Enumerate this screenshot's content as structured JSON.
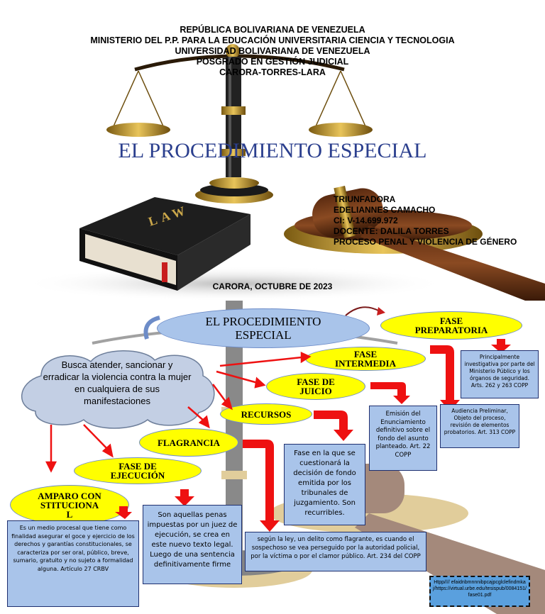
{
  "slide1": {
    "header_lines": [
      "REPÚBLICA BOLIVARIANA DE VENEZUELA",
      "MINISTERIO DEL P.P. PARA LA EDUCACIÓN UNIVERSITARIA CIENCIA Y TECNOLOGIA",
      "UNIVERSIDAD BOLIVARIANA DE VENEZUELA",
      "POSGRADO EN GESTIÓN JUDICIAL",
      "CARORA-TORRES-LARA"
    ],
    "title": "EL PROCEDIMIENTO ESPECIAL",
    "info_lines": [
      "TRIUNFADORA",
      "EDELIANNES CAMACHO",
      "CI: V-14.699.972",
      "DOCENTE: DALILA TORRES",
      "PROCESO PENAL Y VIOLENCIA DE GÉNERO"
    ],
    "book_label": "LAW",
    "date": "CARORA, OCTUBRE DE 2023"
  },
  "slide2": {
    "main_title": "EL PROCEDIMIENTO ESPECIAL",
    "cloud_text": "Busca atender, sancionar y erradicar la violencia contra la mujer en cualquiera de sus manifestaciones",
    "phases": {
      "preparatoria": "FASE PREPARATORIA",
      "intermedia": "FASE INTERMEDIA",
      "juicio": "FASE DE JUICIO",
      "recursos": "RECURSOS",
      "flagrancia": "FLAGRANCIA",
      "ejecucion": "FASE DE EJECUCIÓN",
      "amparo": "AMPARO CONSTITUCIONAL"
    },
    "boxes": {
      "preparatoria": "Principalmente investigativa por parte del Ministerio Público y los órganos de seguridad. Arts. 262 y 263 COPP",
      "intermedia": "Audiencia Preliminar, Objeto del proceso, revisión de elementos probatorios. Art. 313 COPP",
      "juicio": "Emisión del Enunciamiento definitivo sobre el fondo del asunto planteado. Art. 22 COPP",
      "recursos": "Fase en la que se cuestionará la decisión de fondo emitida por los tribunales de juzgamiento. Son recurribles.",
      "ejecucion": "Son aquellas penas impuestas por un juez de ejecución, se crea en este nuevo texto legal. Luego de una sentencia definitivamente firme",
      "flagrancia": "según la ley, un delito como flagrante, es cuando el sospechoso se vea perseguido por la autoridad policial, por la víctima o por el clamor público. Art. 234 del COPP",
      "amparo": "Es un medio procesal que tiene como finalidad asegurar el goce y ejercicio de los derechos y garantías constitucionales, se caracteriza por ser oral, público, breve, sumario, gratuito y no sujeto a formalidad alguna. Artículo 27 CRBV"
    },
    "link_text": "Htpp//// efaidnbmnnnibpcajpcglclefindmkaj/https://virtual.urbe.edu/tesispub/0084151/fase01.pdf"
  }
}
